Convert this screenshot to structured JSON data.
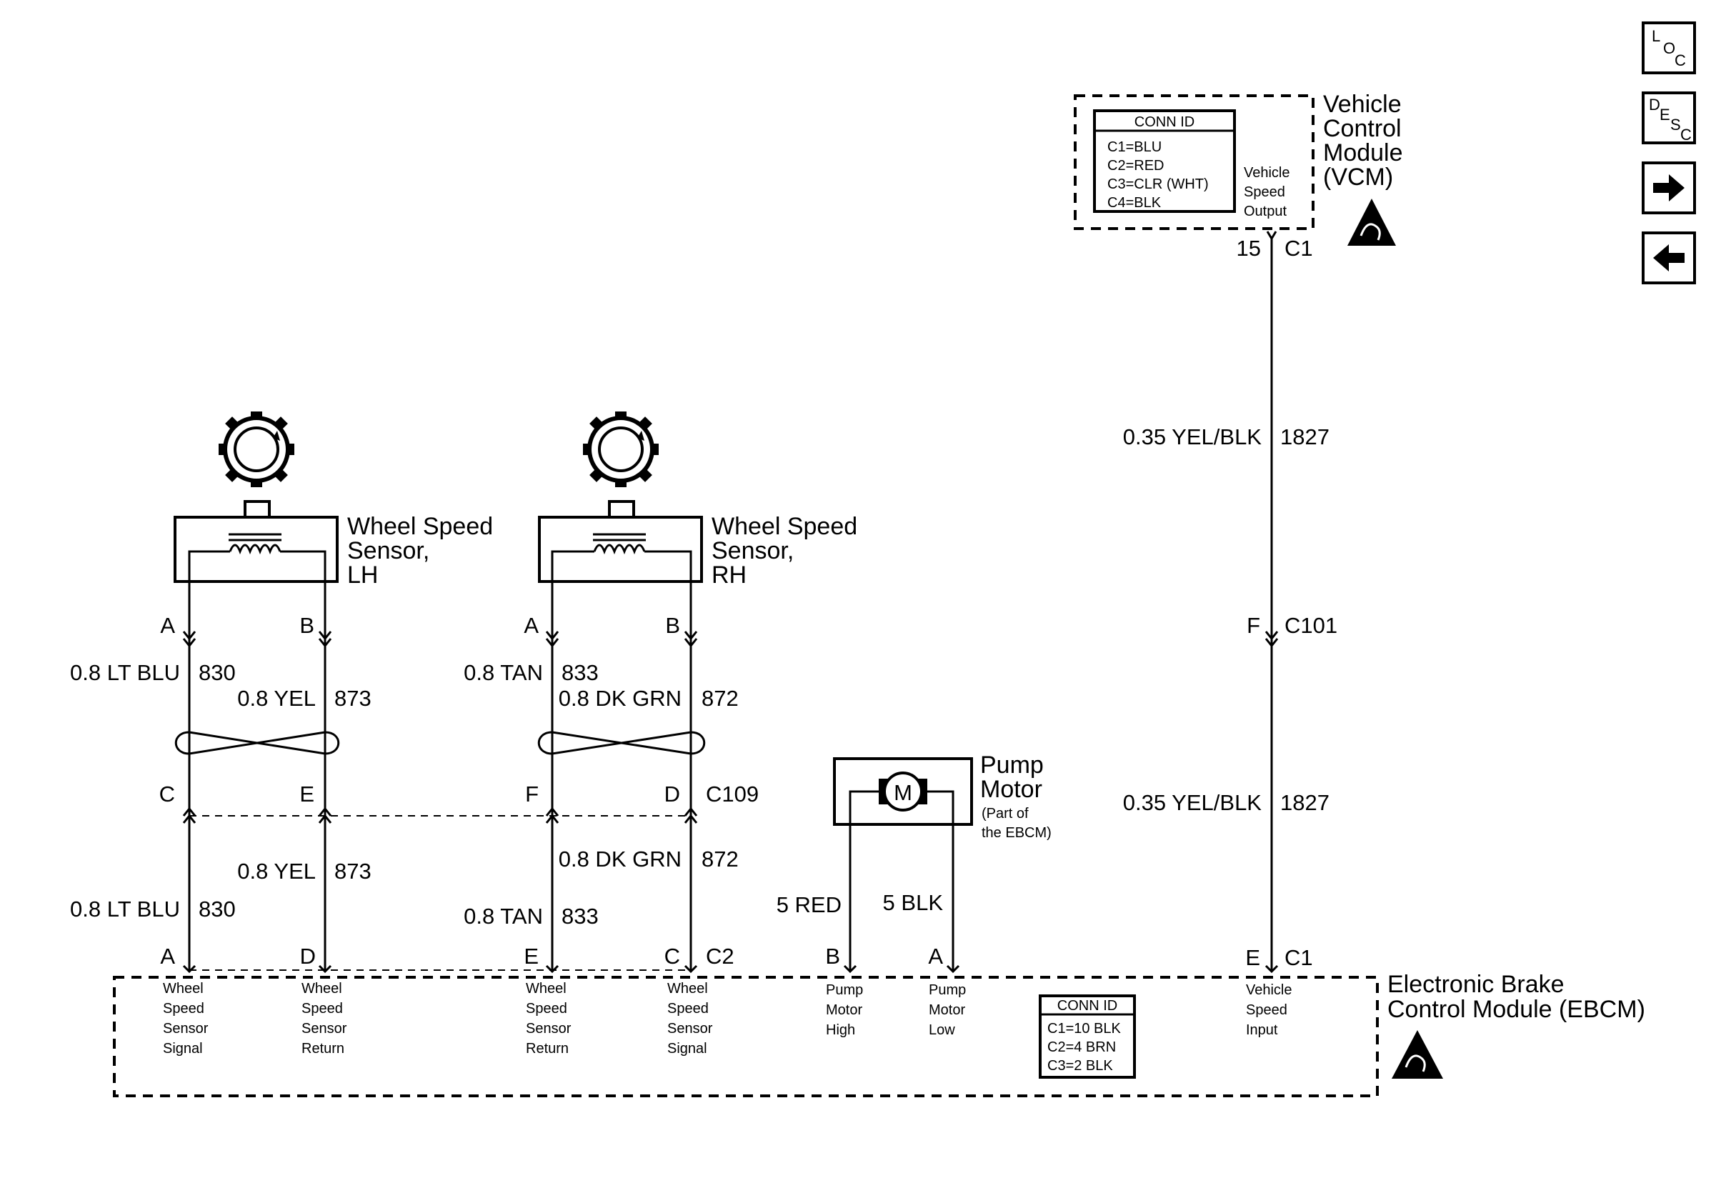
{
  "nav": {
    "loc": {
      "l": "L",
      "o": "O",
      "c": "C"
    },
    "desc": {
      "d": "D",
      "e": "E",
      "s": "S",
      "c": "C"
    }
  },
  "vcm": {
    "name_lines": [
      "Vehicle",
      "Control",
      "Module",
      "(VCM)"
    ],
    "conn_id_title": "CONN ID",
    "conn_ids": [
      "C1=BLU",
      "C2=RED",
      "C3=CLR (WHT)",
      "C4=BLK"
    ],
    "output_lines": [
      "Vehicle",
      "Speed",
      "Output"
    ],
    "pin": "15",
    "connector": "C1"
  },
  "vss_wire": {
    "upper_label": "0.35 YEL/BLK",
    "upper_circuit": "1827",
    "lower_label": "0.35 YEL/BLK",
    "lower_circuit": "1827",
    "c101_pin": "F",
    "c101": "C101"
  },
  "wss_lh": {
    "name_lines": [
      "Wheel Speed",
      "Sensor,",
      "LH"
    ],
    "pin_a": "A",
    "pin_b": "B",
    "wire_a_label": "0.8 LT BLU",
    "wire_a_circuit": "830",
    "wire_b_label": "0.8 YEL",
    "wire_b_circuit": "873",
    "c109_pin_a": "C",
    "c109_pin_b": "E",
    "lower_a_label": "0.8 LT BLU",
    "lower_a_circuit": "830",
    "lower_b_label": "0.8 YEL",
    "lower_b_circuit": "873"
  },
  "wss_rh": {
    "name_lines": [
      "Wheel Speed",
      "Sensor,",
      "RH"
    ],
    "pin_a": "A",
    "pin_b": "B",
    "wire_a_label": "0.8 TAN",
    "wire_a_circuit": "833",
    "wire_b_label": "0.8 DK GRN",
    "wire_b_circuit": "872",
    "c109_pin_a": "F",
    "c109_pin_b": "D",
    "c109": "C109",
    "lower_a_label": "0.8 TAN",
    "lower_a_circuit": "833",
    "lower_b_label": "0.8 DK GRN",
    "lower_b_circuit": "872"
  },
  "pump": {
    "name_lines": [
      "Pump",
      "Motor"
    ],
    "note_lines": [
      "(Part of",
      "the EBCM)"
    ],
    "symbol": "M",
    "wire_high": "5 RED",
    "wire_low": "5 BLK",
    "pin_high": "B",
    "pin_low": "A"
  },
  "ebcm": {
    "name_lines": [
      "Electronic Brake",
      "Control Module (EBCM)"
    ],
    "conn_id_title": "CONN ID",
    "conn_ids": [
      "C1=10 BLK",
      "C2=4 BRN",
      "C3=2 BLK"
    ],
    "pins": {
      "lh_signal": "A",
      "lh_return": "D",
      "rh_return": "E",
      "rh_signal": "C",
      "c2": "C2",
      "pump_high": "B",
      "pump_low": "A",
      "vss_pin": "E",
      "vss_conn": "C1"
    },
    "terminals": {
      "lh_signal": [
        "Wheel",
        "Speed",
        "Sensor",
        "Signal"
      ],
      "lh_return": [
        "Wheel",
        "Speed",
        "Sensor",
        "Return"
      ],
      "rh_return": [
        "Wheel",
        "Speed",
        "Sensor",
        "Return"
      ],
      "rh_signal": [
        "Wheel",
        "Speed",
        "Sensor",
        "Signal"
      ],
      "pump_high": [
        "Pump",
        "Motor",
        "High"
      ],
      "pump_low": [
        "Pump",
        "Motor",
        "Low"
      ],
      "vss_input": [
        "Vehicle",
        "Speed",
        "Input"
      ]
    }
  }
}
